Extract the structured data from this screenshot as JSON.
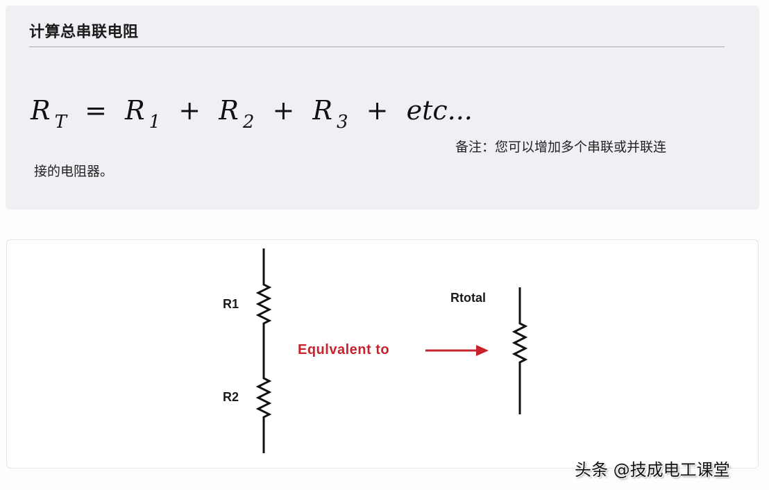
{
  "section": {
    "title": "计算总串联电阻",
    "formula": {
      "lhs": "R",
      "lhs_sub": "T",
      "terms": [
        {
          "sym": "R",
          "sub": "1"
        },
        {
          "sym": "R",
          "sub": "2"
        },
        {
          "sym": "R",
          "sub": "3"
        }
      ],
      "equals": "=",
      "plus": "+",
      "tail": "etc..."
    },
    "note_line1": "备注：您可以增加多个串联或并联连",
    "note_line2": "接的电阻器。"
  },
  "diagram": {
    "labels": {
      "r1": "R1",
      "r2": "R2",
      "rtotal": "Rtotal",
      "equivalent": "Equlvalent to"
    },
    "colors": {
      "wire": "#111111",
      "arrow": "#c8232c",
      "equivalent_text": "#c8232c"
    }
  },
  "watermark": "头条 @技成电工课堂"
}
